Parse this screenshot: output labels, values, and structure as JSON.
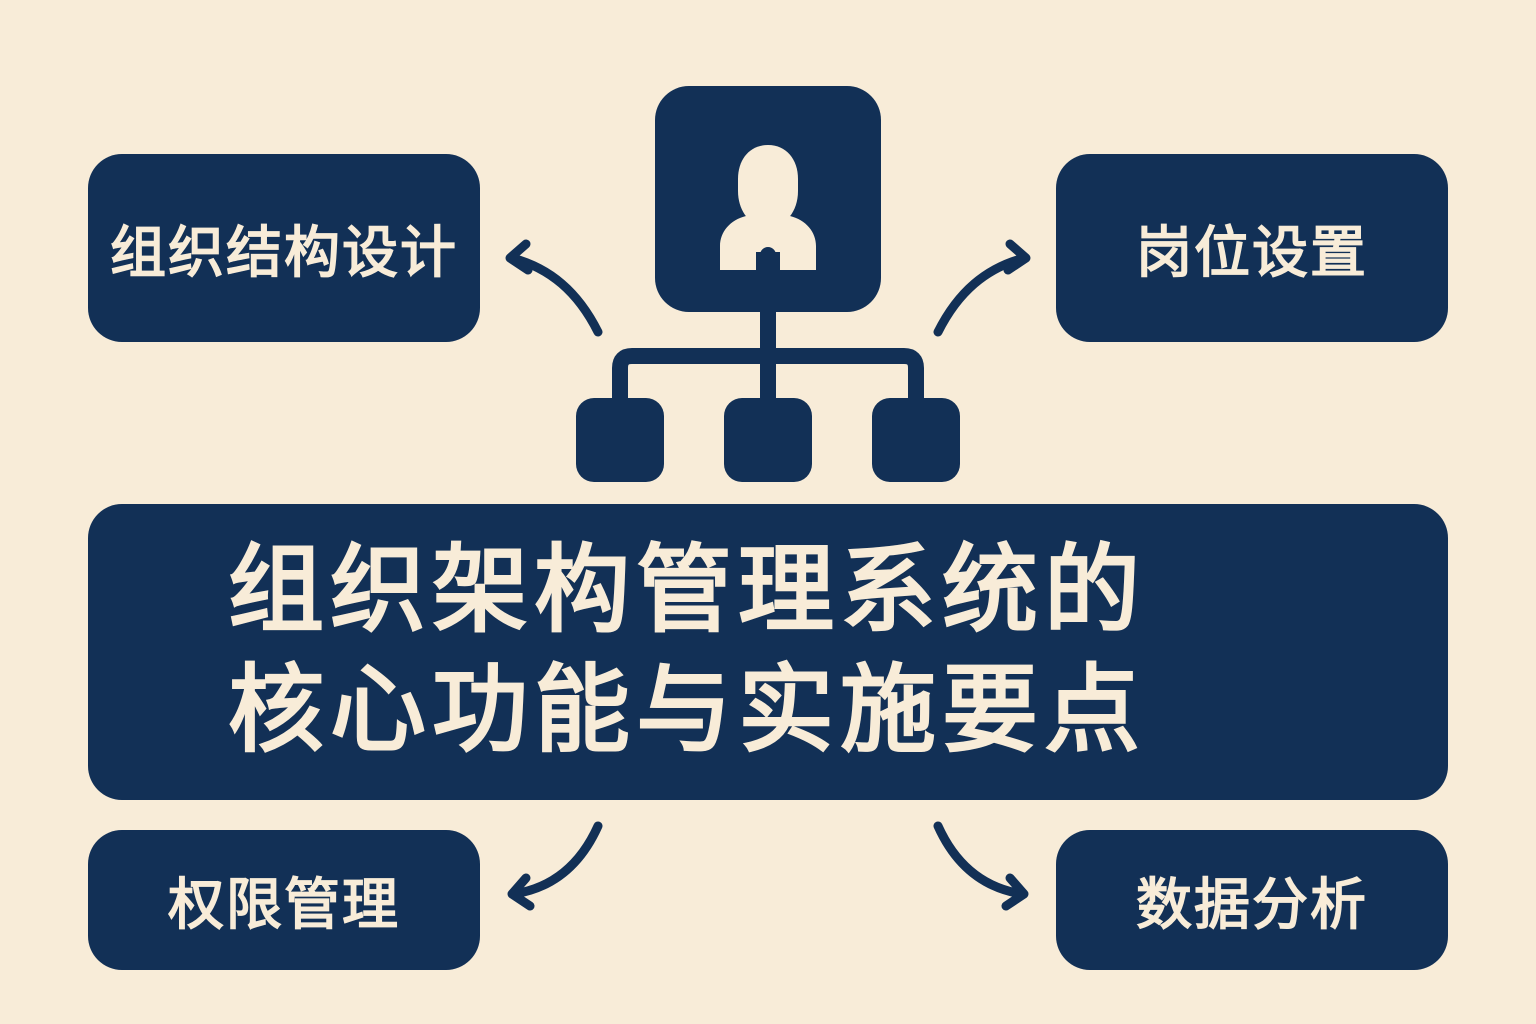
{
  "nodes": {
    "top_left": "组织结构设计",
    "top_right": "岗位设置",
    "bottom_left": "权限管理",
    "bottom_right": "数据分析"
  },
  "title": {
    "line1": "组织架构管理系统的",
    "line2": "核心功能与实施要点"
  },
  "colors": {
    "background": "#f8ecd8",
    "navy": "#123056",
    "text": "#f8ecd8"
  },
  "icons": [
    "person-icon",
    "org-chart-icon",
    "arrow-icon"
  ]
}
